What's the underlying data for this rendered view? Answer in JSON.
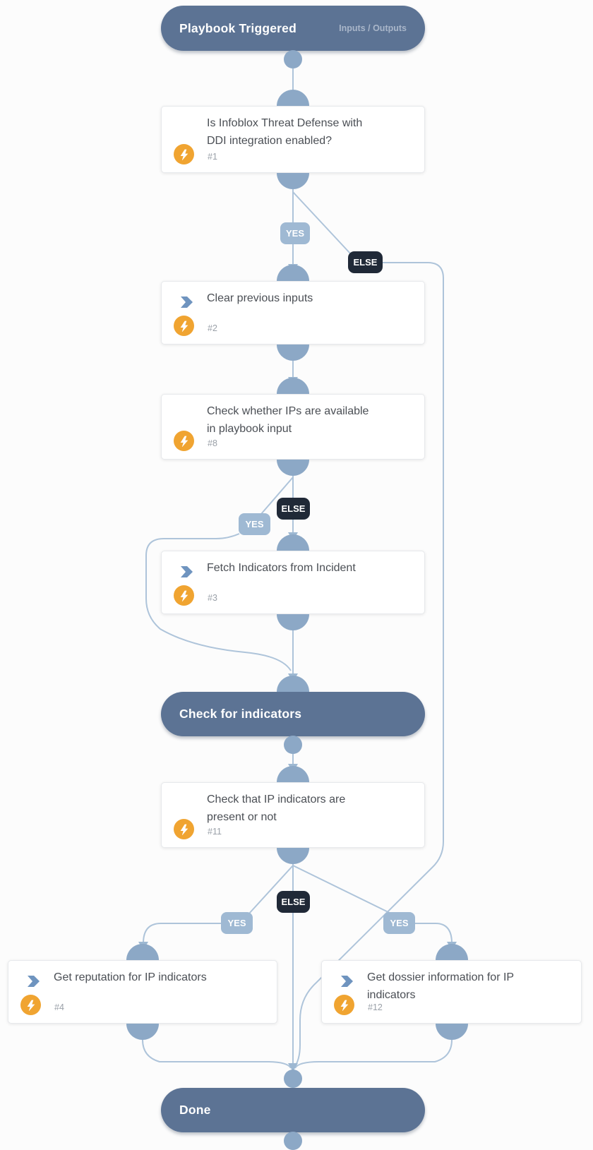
{
  "playbook": {
    "start": {
      "title": "Playbook Triggered",
      "io_link": "Inputs / Outputs"
    },
    "section_header": {
      "title": "Check for indicators"
    },
    "end": {
      "title": "Done"
    },
    "nodes": [
      {
        "id": "#1",
        "type": "condition",
        "title": "Is Infoblox Threat Defense with DDI integration enabled?"
      },
      {
        "id": "#2",
        "type": "task",
        "title": "Clear previous inputs"
      },
      {
        "id": "#8",
        "type": "condition",
        "title": "Check whether IPs are available in playbook input"
      },
      {
        "id": "#3",
        "type": "task",
        "title": "Fetch Indicators from Incident"
      },
      {
        "id": "#11",
        "type": "condition",
        "title": "Check that IP indicators are present or not"
      },
      {
        "id": "#4",
        "type": "task",
        "title": "Get reputation for IP indicators"
      },
      {
        "id": "#12",
        "type": "task",
        "title": "Get dossier information for IP indicators"
      }
    ],
    "branch_labels": {
      "yes": "YES",
      "else": "ELSE"
    },
    "colors": {
      "pill_bg": "#5c7394",
      "wire": "#aec4da",
      "connector": "#8ca8c6",
      "yes_chip": "#9fb9d3",
      "else_chip": "#202937",
      "condition_icon": "#7e9cc0",
      "task_icon": "#6f94bf",
      "automation_icon": "#f0a431"
    }
  }
}
